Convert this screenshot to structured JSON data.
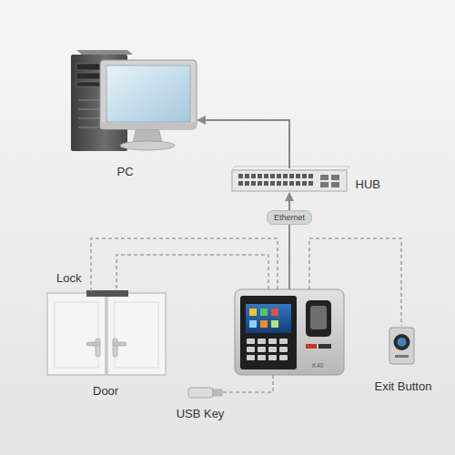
{
  "diagram": {
    "nodes": [
      {
        "text": [
          "PC"
        ]
      },
      {
        "text": [
          "HUB"
        ]
      },
      {
        "text": [
          "Lock",
          "Door"
        ]
      },
      {
        "text": [
          "K40"
        ]
      },
      {
        "text": [
          "USB Key"
        ]
      },
      {
        "text": [
          "Exit Button"
        ]
      }
    ],
    "edges": [
      {
        "from": 1,
        "to": 0,
        "arrow": "to"
      },
      {
        "from": 3,
        "to": 1,
        "label": "Ethernet",
        "arrow": "to"
      },
      {
        "from": 3,
        "to": 2,
        "arrow": "none"
      },
      {
        "from": 3,
        "to": 2,
        "arrow": "none"
      },
      {
        "from": 3,
        "to": 4,
        "arrow": "none"
      },
      {
        "from": 3,
        "to": 5,
        "arrow": "none"
      }
    ]
  }
}
